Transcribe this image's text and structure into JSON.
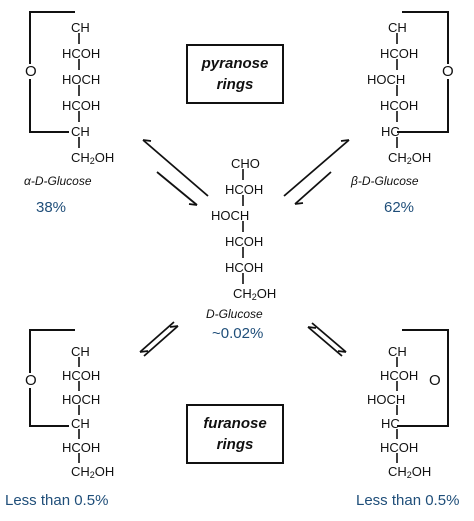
{
  "center": {
    "formula": [
      "CHO",
      "HCOH",
      "HOCH",
      "HCOH",
      "HCOH",
      "CH2OH"
    ],
    "label": "D-Glucose",
    "percent": "~0.02%"
  },
  "alpha_pyranose": {
    "ring_oxygen": "O",
    "formula": [
      "CH",
      "HCOH",
      "HOCH",
      "HCOH",
      "CH",
      "CH2OH"
    ],
    "label": "α-D-Glucose",
    "percent": "38%"
  },
  "beta_pyranose": {
    "ring_oxygen": "O",
    "formula": [
      "CH",
      "HCOH",
      "HOCH",
      "HCOH",
      "HC",
      "CH2OH"
    ],
    "label": "β-D-Glucose",
    "percent": "62%"
  },
  "alpha_furanose": {
    "ring_oxygen": "O",
    "formula": [
      "CH",
      "HCOH",
      "HOCH",
      "CH",
      "HCOH",
      "CH2OH"
    ],
    "percent": "Less than 0.5%"
  },
  "beta_furanose": {
    "ring_oxygen": "O",
    "formula": [
      "CH",
      "HCOH",
      "HOCH",
      "HC",
      "HCOH",
      "CH2OH"
    ],
    "percent": "Less than 0.5%"
  },
  "pyranose_box": {
    "line1": "pyranose",
    "line2": "rings"
  },
  "furanose_box": {
    "line1": "furanose",
    "line2": "rings"
  }
}
